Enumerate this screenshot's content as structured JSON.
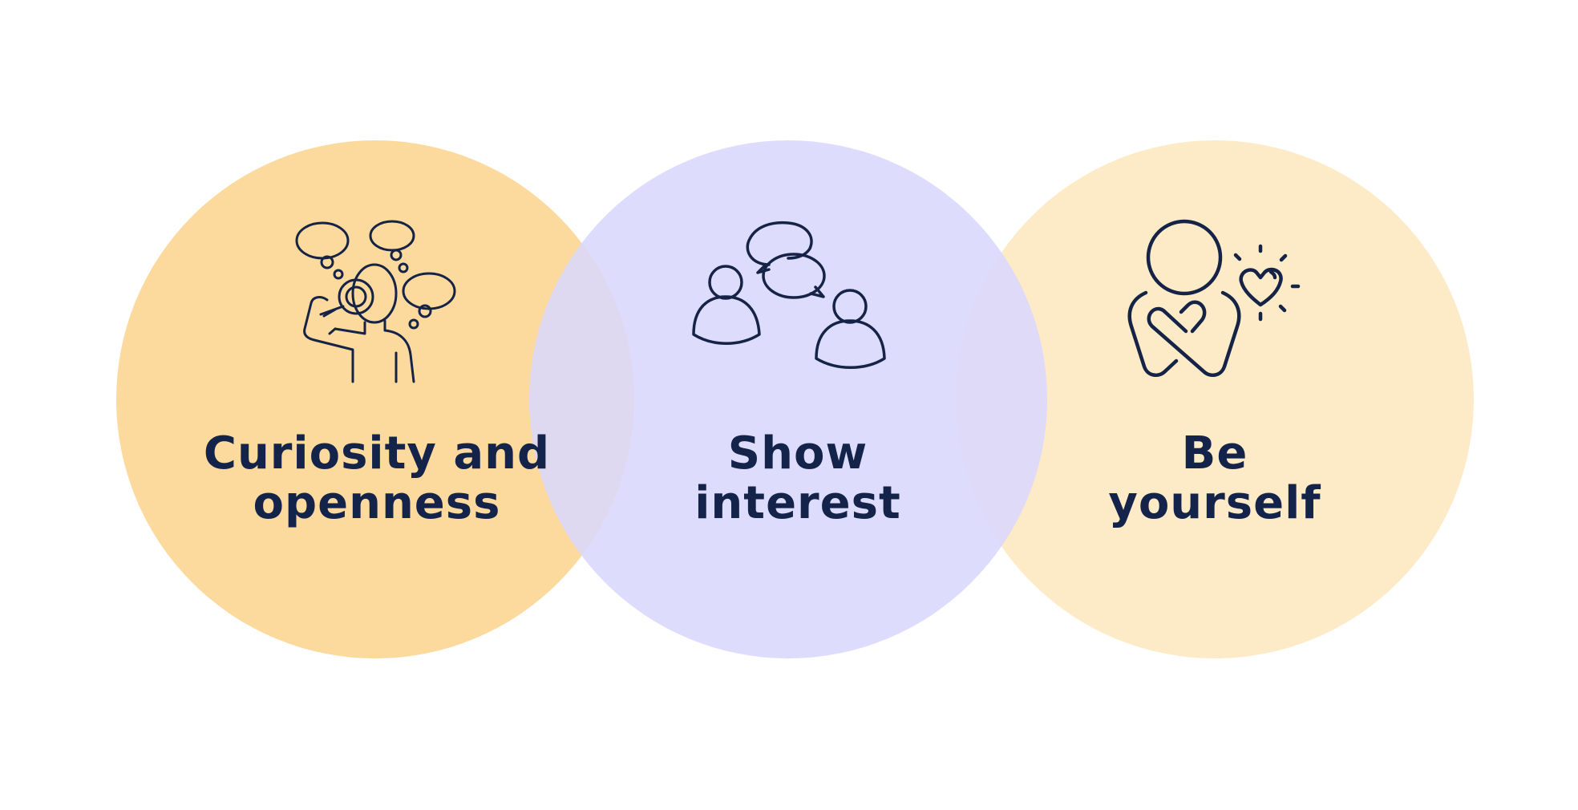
{
  "colors": {
    "circle_1": "#fcd99d",
    "circle_2": "#d9d7fd",
    "circle_3": "#fdebc8",
    "text": "#14234a",
    "icon_stroke": "#152347",
    "background": "#ffffff"
  },
  "items": [
    {
      "icon": "curious-person-magnifier-icon",
      "label_lines": [
        "Curiosity and",
        "openness"
      ]
    },
    {
      "icon": "people-conversation-icon",
      "label_lines": [
        "Show",
        "interest"
      ]
    },
    {
      "icon": "self-hug-heart-icon",
      "label_lines": [
        "Be",
        "yourself"
      ]
    }
  ]
}
